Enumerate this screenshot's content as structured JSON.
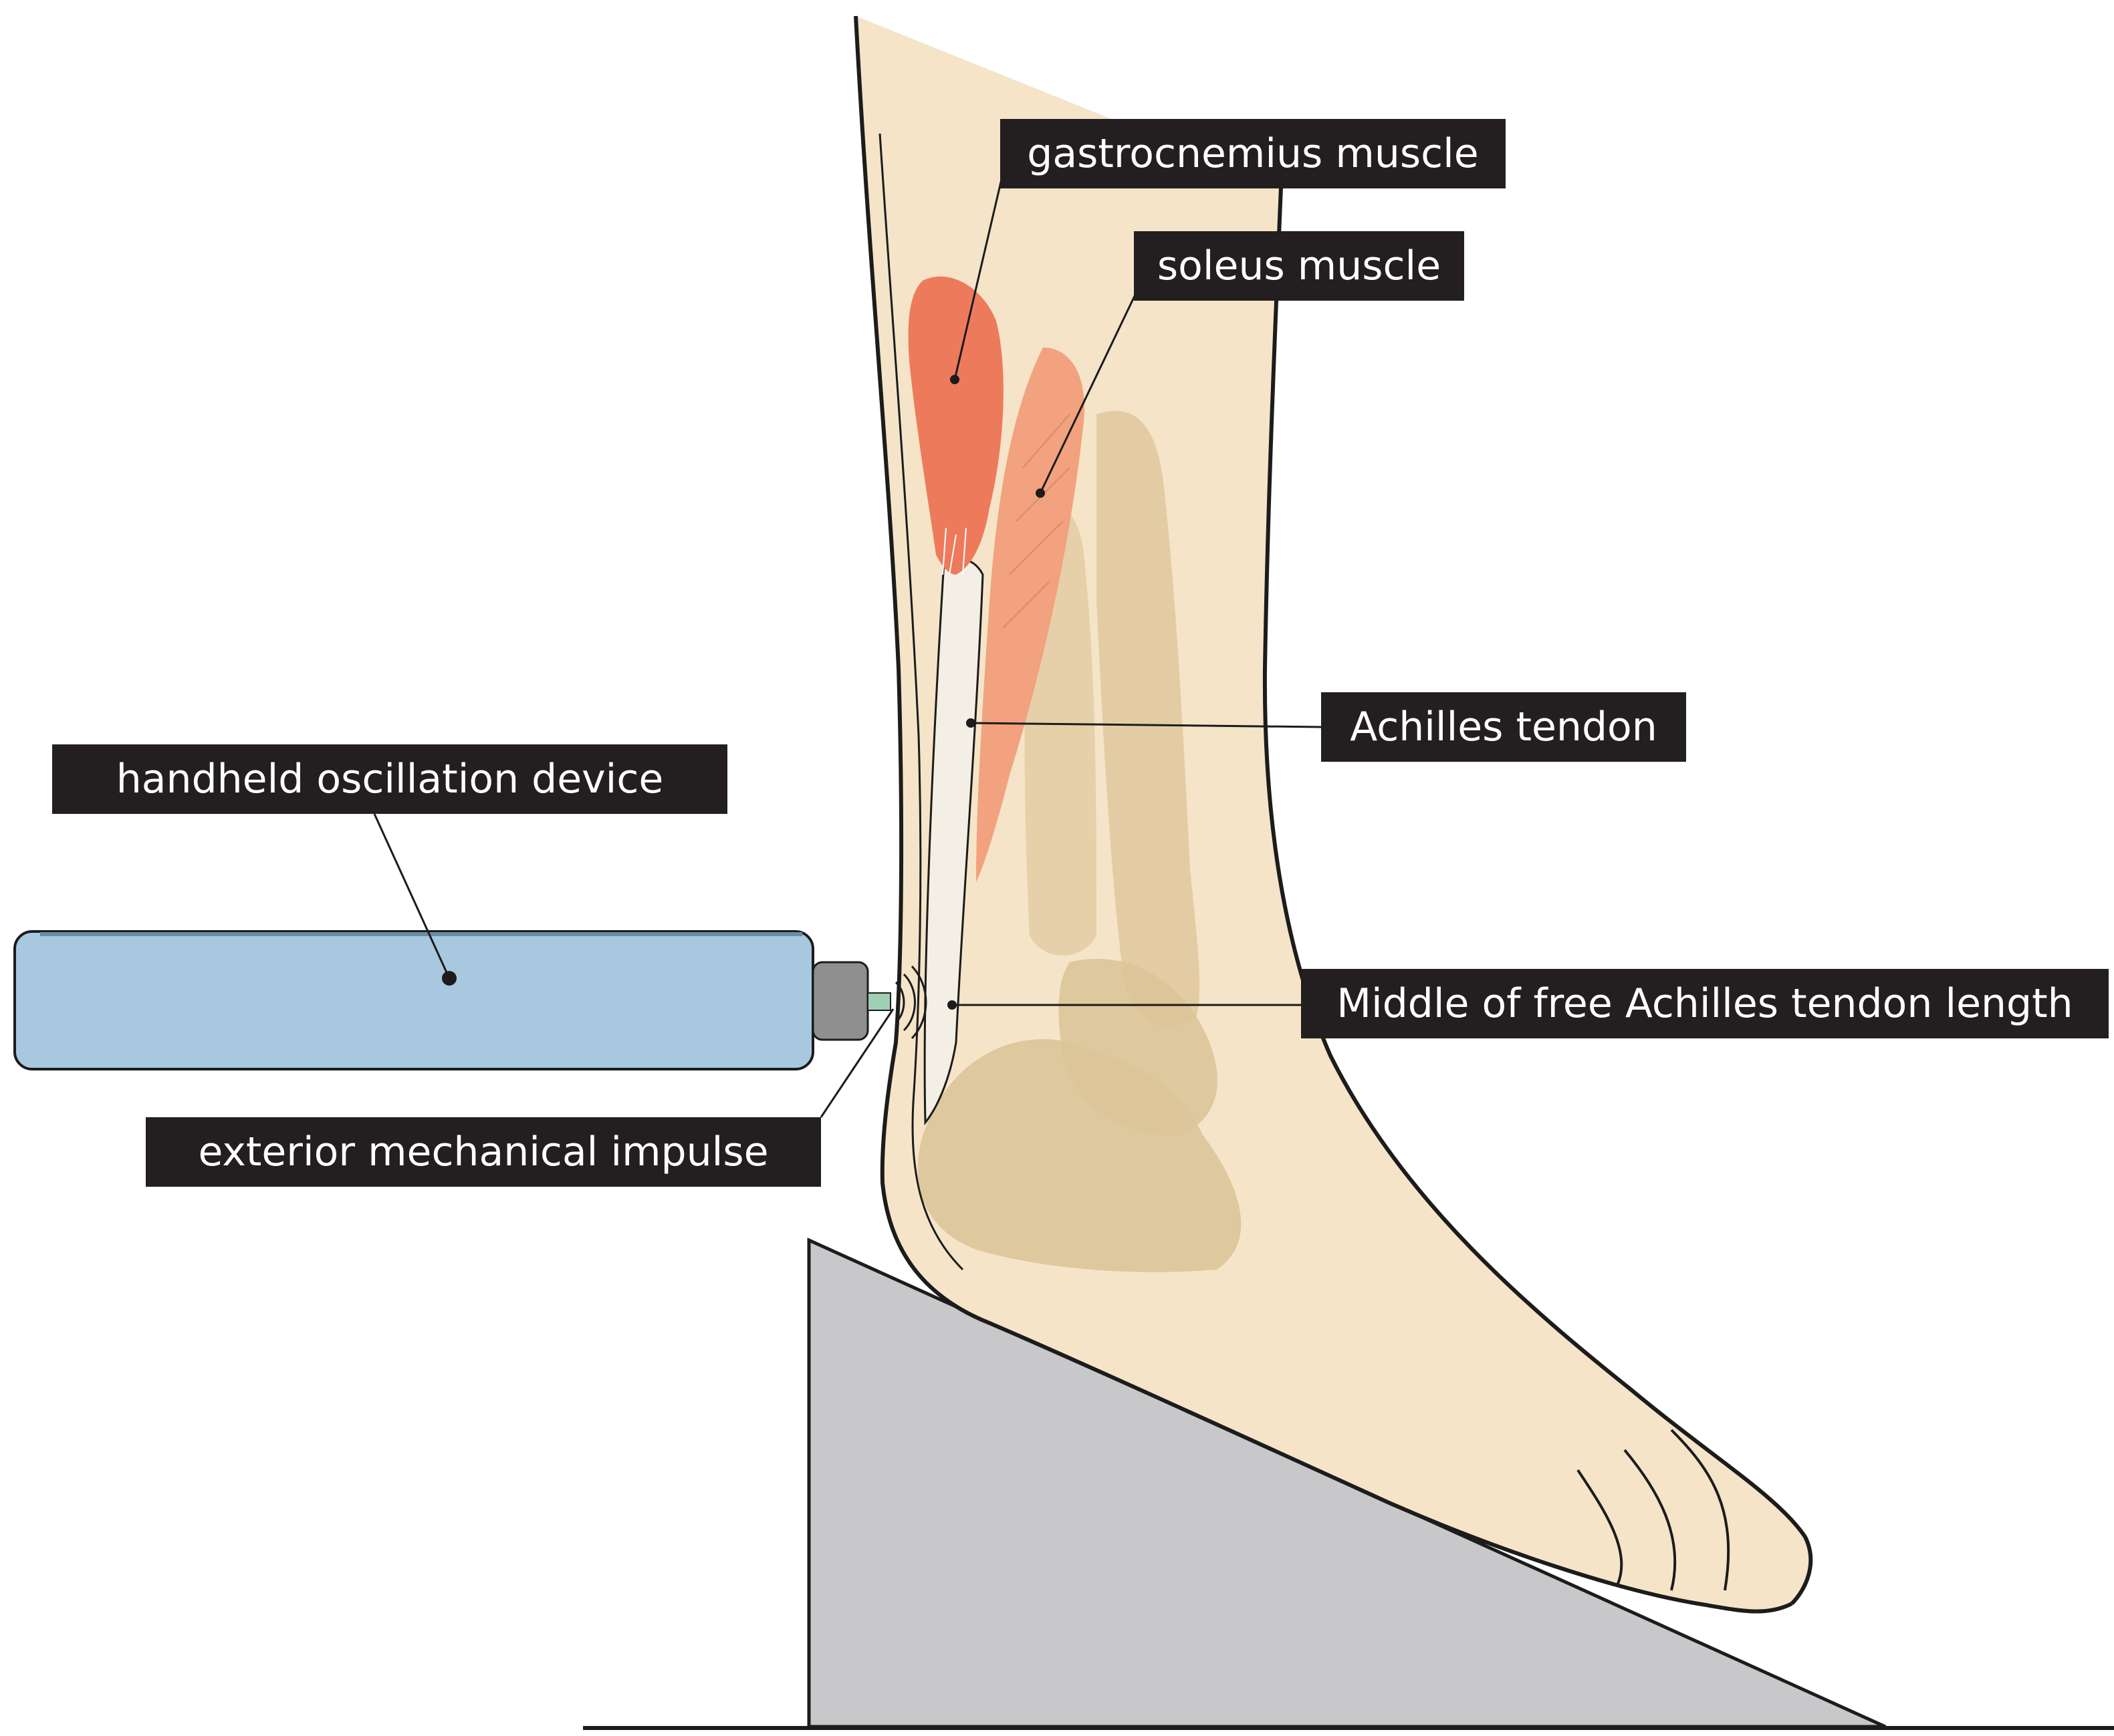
{
  "labels": {
    "gastrocnemius": "gastrocnemius muscle",
    "soleus": "soleus muscle",
    "achilles_tendon": "Achilles tendon",
    "device": "handheld oscillation device",
    "middle_tendon": "Middle of free Achilles tendon length",
    "impulse": "exterior mechanical impulse"
  },
  "colors": {
    "label_background": "#231f20",
    "label_text": "#ffffff",
    "skin": "#f5e4c8",
    "bone": "#dcc498",
    "gastrocnemius": "#ee7a5c",
    "soleus": "#f2a27e",
    "tendon": "#f3efe4",
    "device_body": "#a8c8df",
    "device_tip": "#8f8f8f",
    "wedge": "#c8c8ca",
    "outline": "#1c1c1c"
  }
}
